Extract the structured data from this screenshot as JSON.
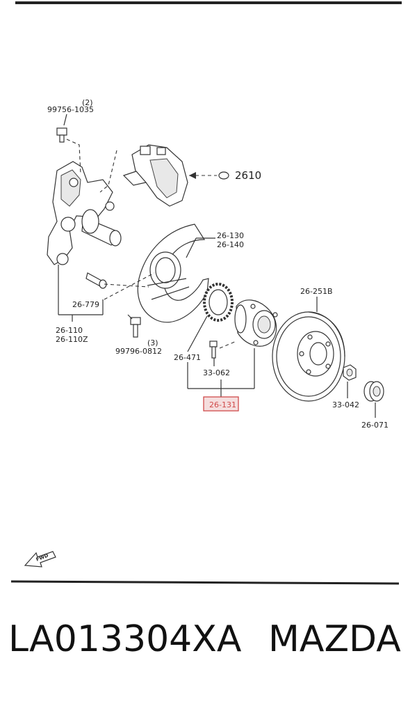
{
  "parts": {
    "bolt_top": {
      "number": "99756-1035",
      "qty": "(2)"
    },
    "caliper_ref": "2610",
    "knuckle_labels": [
      "26-110",
      "26-110Z"
    ],
    "pin": "26-779",
    "bolt_lower": {
      "number": "99796-0812",
      "qty": "(3)"
    },
    "dust_shield": [
      "26-130",
      "26-140"
    ],
    "abs_ring": "26-471",
    "hub_bolt": "33-062",
    "hub_assembly": "26-131",
    "disc": "26-251B",
    "nut": "33-042",
    "cap": "26-071"
  },
  "fwd_label": "FWD",
  "footer": {
    "part_number": "LA013304XA",
    "brand": "MAZDA"
  },
  "colors": {
    "highlight": "#d04a4a",
    "highlight_fill": "#f5dede",
    "line": "#333333"
  }
}
